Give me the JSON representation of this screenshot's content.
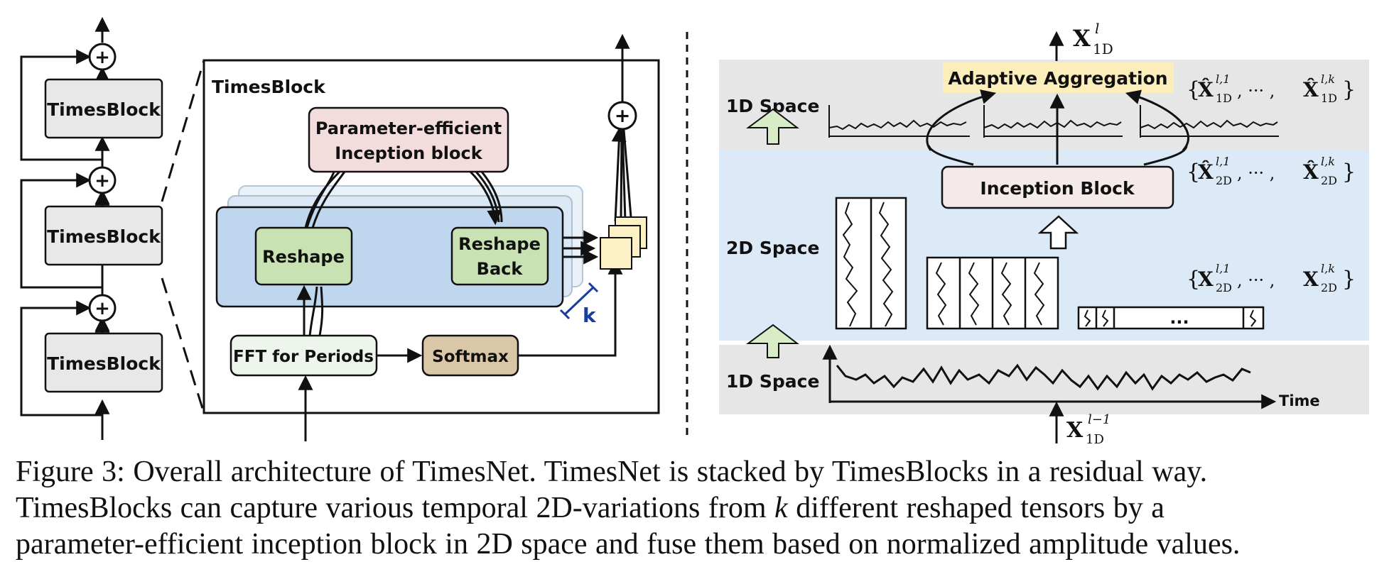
{
  "left": {
    "stack_block_label": "TimesBlock",
    "plus_symbol": "+"
  },
  "middle": {
    "frame_title": "TimesBlock",
    "inception_line1": "Parameter-efficient",
    "inception_line2": "Inception block",
    "reshape": "Reshape",
    "reshape_back_line1": "Reshape",
    "reshape_back_line2": "Back",
    "fft": "FFT for Periods",
    "softmax": "Softmax",
    "k": "k",
    "plus_symbol": "+"
  },
  "right": {
    "space_top": "1D Space",
    "space_mid": "2D Space",
    "space_bottom": "1D Space",
    "adaptive_aggregation": "Adaptive Aggregation",
    "inception_block": "Inception Block",
    "ellipsis": "...",
    "time_label": "Time",
    "output_symbol": "X",
    "output_sup": "l",
    "output_sub": "1D",
    "input_symbol": "X",
    "input_sup": "l−1",
    "input_sub": "1D",
    "set_1d": {
      "open": "{",
      "x": "X̂",
      "sup1": "l,1",
      "sub1": "1D",
      "dots": ", ··· ,",
      "sup2": "l,k",
      "sub2": "1D",
      "close": "}"
    },
    "set_2d_hat": {
      "open": "{",
      "x": "X̂",
      "sup1": "l,1",
      "sub1": "2D",
      "dots": ", ··· ,",
      "sup2": "l,k",
      "sub2": "2D",
      "close": "}"
    },
    "set_2d": {
      "open": "{",
      "x": "X",
      "sup1": "l,1",
      "sub1": "2D",
      "dots": ", ··· ,",
      "sup2": "l,k",
      "sub2": "2D",
      "close": "}"
    }
  },
  "caption": {
    "line1": "Figure 3: Overall architecture of TimesNet. TimesNet is stacked by TimesBlocks in a residual way.",
    "line2_pre": "TimesBlocks can capture various temporal 2D-variations from ",
    "line2_k": "k",
    "line2_post": " different reshaped tensors by a",
    "line3": "parameter-efficient inception block in 2D space and fuse them based on normalized amplitude values."
  },
  "colors": {
    "timesblock_fill": "#e8e8e8",
    "inception_fill": "#f2dcdc",
    "blue_panel": "#bed6ee",
    "reshape_fill": "#c9e2b4",
    "softmax_fill": "#d9c7a8",
    "fft_fill": "#edf5ec",
    "small_square": "#fbf1c4",
    "gray_band": "#e6e6e6",
    "blue_band": "#dce9f6",
    "aggregation_fill": "#fbeebb",
    "inception_block_fill": "#f5eaea",
    "up_arrow_green": "#d8ecc8",
    "k_marker": "#1a3c9c"
  }
}
